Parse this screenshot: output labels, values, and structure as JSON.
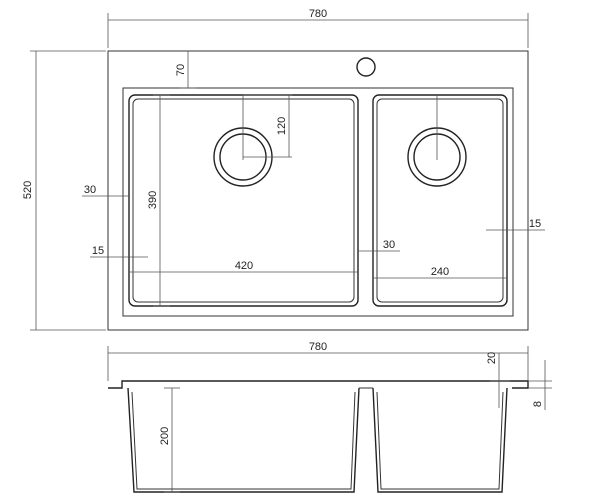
{
  "dimensions": {
    "top_width": "780",
    "top_margin": "70",
    "drain_offset": "120",
    "overall_height": "520",
    "basin_height": "390",
    "side_margin": "30",
    "bottom_margin": "15",
    "left_basin_width": "420",
    "divider_gap": "30",
    "right_basin_width": "240",
    "right_margin": "15",
    "section_width": "780",
    "rim_height": "20",
    "rim_thickness": "8",
    "basin_depth": "200"
  },
  "colors": {
    "line": "#333333",
    "background": "#ffffff"
  }
}
